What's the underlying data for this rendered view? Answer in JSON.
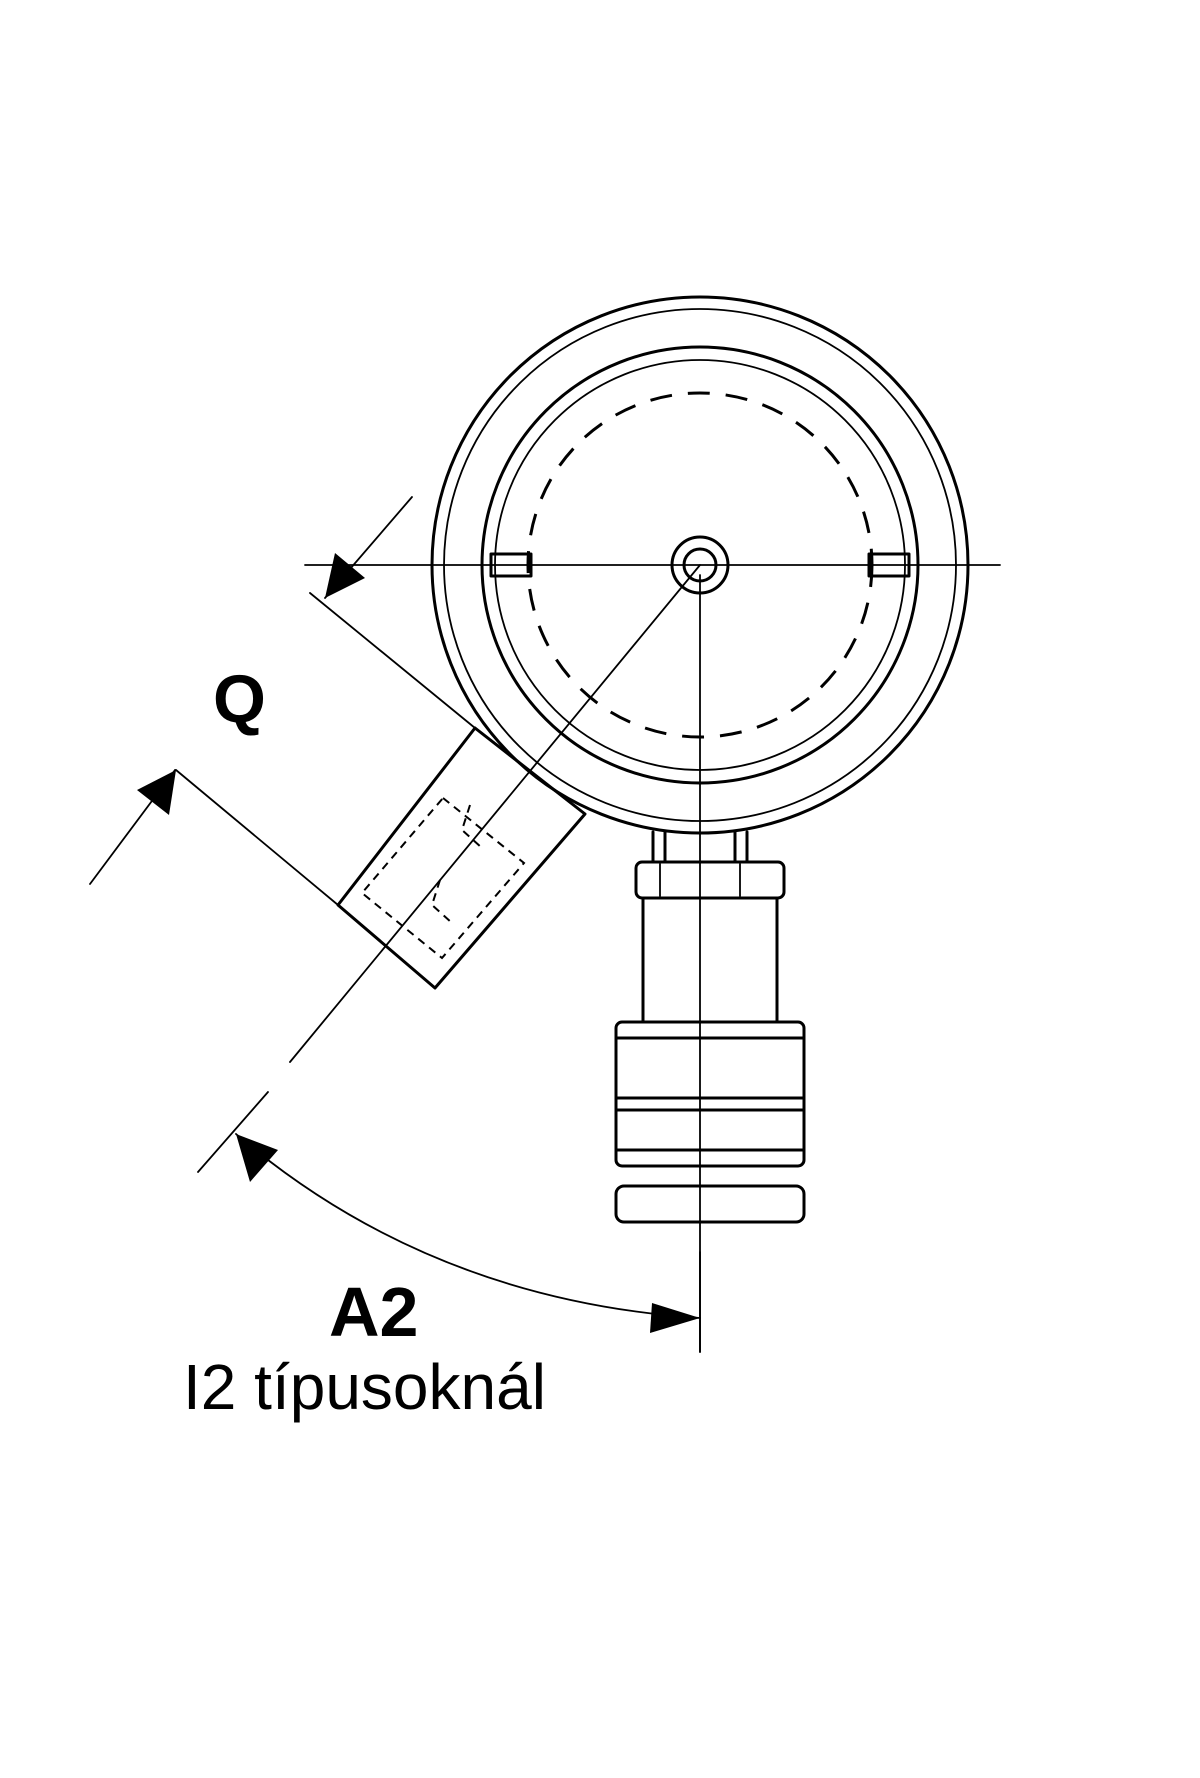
{
  "labels": {
    "q": "Q",
    "a2": "A2",
    "note": "I2  típusoknál"
  }
}
